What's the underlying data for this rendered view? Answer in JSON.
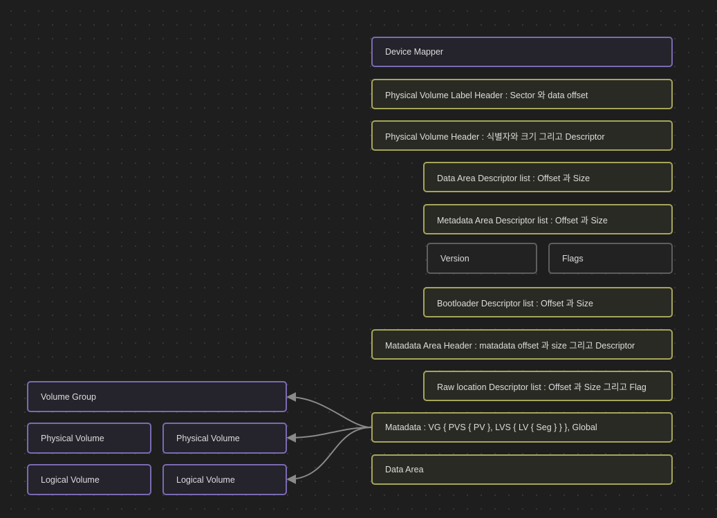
{
  "colors": {
    "background": "#1e1e1e",
    "purple_border": "#7b6bb3",
    "yellow_border": "#a6a65a",
    "gray_border": "#5e5e5e",
    "edge": "#8a8a8a",
    "text": "#dcdcdc"
  },
  "nodes": {
    "device_mapper": "Device Mapper",
    "pv_label_header": "Physical Volume Label Header : Sector 와 data offset",
    "pv_header": "Physical Volume Header : 식별자와 크기 그리고 Descriptor",
    "data_area_desc": "Data Area Descriptor list : Offset 과 Size",
    "metadata_area_desc": "Metadata Area Descriptor list : Offset 과 Size",
    "version": "Version",
    "flags": "Flags",
    "bootloader_desc": "Bootloader Descriptor list : Offset 과 Size",
    "metadata_area_header": "Matadata Area Header : matadata offset 과 size 그리고 Descriptor",
    "raw_location_desc": "Raw location Descriptor list : Offset 과 Size 그리고 Flag",
    "metadata": "Matadata : VG { PVS { PV }, LVS { LV { Seg } } }, Global",
    "data_area": "Data Area",
    "volume_group": "Volume Group",
    "physical_volume_1": "Physical Volume",
    "physical_volume_2": "Physical Volume",
    "logical_volume_1": "Logical Volume",
    "logical_volume_2": "Logical Volume"
  },
  "edges": [
    {
      "from": "metadata",
      "to": "volume_group"
    },
    {
      "from": "metadata",
      "to": "physical_volume_2"
    },
    {
      "from": "metadata",
      "to": "logical_volume_2"
    }
  ]
}
